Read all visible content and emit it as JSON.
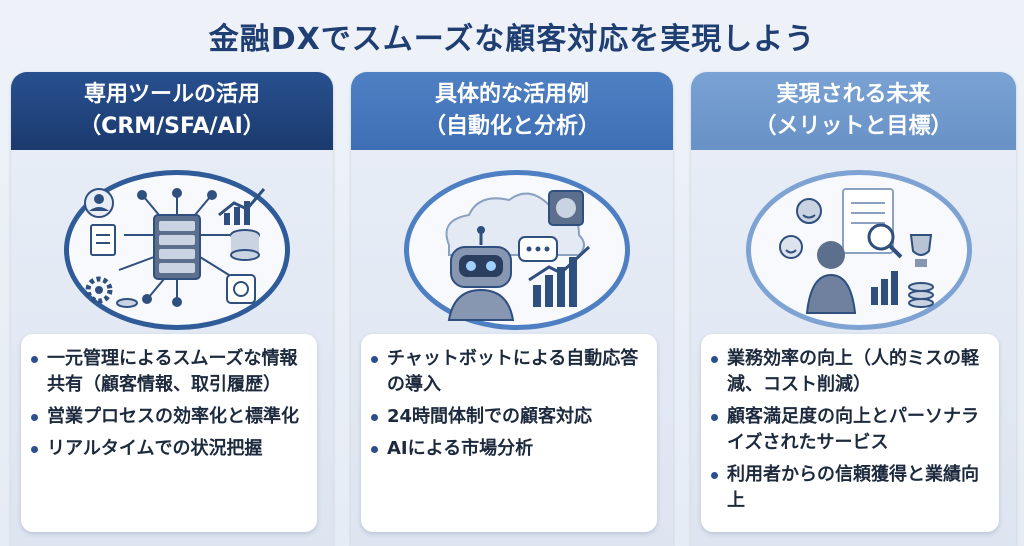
{
  "title": "金融DXでスムーズな顧客対応を実現しよう",
  "columns": [
    {
      "heading_line1": "専用ツールの活用",
      "heading_line2": "（CRM/SFA/AI）",
      "bullets": [
        "一元管理によるスムーズな情報共有（顧客情報、取引履歴）",
        "営業プロセスの効率化と標準化",
        "リアルタイムでの状況把握"
      ]
    },
    {
      "heading_line1": "具体的な活用例",
      "heading_line2": "（自動化と分析）",
      "bullets": [
        "チャットボットによる自動応答の導入",
        "24時間体制での顧客対応",
        "AIによる市場分析"
      ]
    },
    {
      "heading_line1": "実現される未来",
      "heading_line2": "（メリットと目標）",
      "bullets": [
        "業務効率の向上（人的ミスの軽減、コスト削減）",
        "顧客満足度の向上とパーソナライズされたサービス",
        "利用者からの信頼獲得と業績向上"
      ]
    }
  ],
  "colors": {
    "title": "#1f3f73",
    "header_dark": "#1b3a6e",
    "header_mid": "#3e6fb4",
    "header_light": "#6891c6"
  },
  "icons": [
    "server-network-icon",
    "robot-chatbot-icon",
    "success-future-icon",
    "sparkle-icon"
  ]
}
